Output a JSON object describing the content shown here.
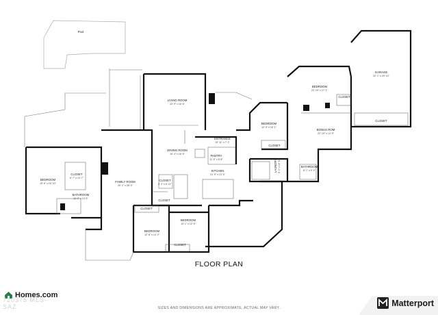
{
  "title": "FLOOR PLAN",
  "disclaimer": "SIZES AND DIMENSIONS ARE APPROXIMATE, ACTUAL MAY VARY.",
  "branding": {
    "homes_logo": "Homes.com",
    "listing_id": "720375 MLS-SAZ",
    "matterport_logo": "Matterport"
  },
  "rooms": {
    "pool": {
      "name": "Pool"
    },
    "living": {
      "name": "LIVING ROOM",
      "dim": "23' 9\" x 16' 6\""
    },
    "dining": {
      "name": "DINING ROOM",
      "dim": "10' 4\" x 16' 6\""
    },
    "entrance": {
      "name": "ENTRANCE",
      "dim": "19' 11\" x 7' 1\""
    },
    "pantry": {
      "name": "PANTRY",
      "dim": "11' 6\" x 5' 8\""
    },
    "kitchen": {
      "name": "KITCHEN",
      "dim": "21' 9\" x 13' 6\""
    },
    "family": {
      "name": "FAMILY ROOM",
      "dim": "20' 1\" x 28' 0\""
    },
    "bed_w": {
      "name": "BEDROOM",
      "dim": "19' 6\" x 15' 10\""
    },
    "closet_w": {
      "name": "CLOSET",
      "dim": "6' 7\" x 10' 7\""
    },
    "bath_w": {
      "name": "BATHROOM",
      "dim": "11' 0\" x 13' 5\""
    },
    "closet_c1": {
      "name": "CLOSET",
      "dim": "6' 2\" x 6' 11\""
    },
    "closet_c2": {
      "name": "CLOSET"
    },
    "closet_s1": {
      "name": "CLOSET"
    },
    "bed_s1": {
      "name": "BEDROOM",
      "dim": "12' 8\" x 14' 2\""
    },
    "bed_s2": {
      "name": "BEDROOM",
      "dim": "13' 1\" x 12' 5\""
    },
    "closet_s2": {
      "name": "CLOSET"
    },
    "bed_mid": {
      "name": "BEDROOM",
      "dim": "14' 5\" x 16' 1\""
    },
    "closet_mid": {
      "name": "CLOSET"
    },
    "laundry": {
      "name": "LAUNDRY",
      "dim": "6' 1\" x 10' 10\""
    },
    "bed_ne": {
      "name": "BEDROOM",
      "dim": "22' 10\" x 17' 1\""
    },
    "closet_ne": {
      "name": "CLOSET"
    },
    "bonus": {
      "name": "BONUS ROM",
      "dim": "22' 10\" x 12' 9\""
    },
    "bath_e": {
      "name": "BATHROOM",
      "dim": "8' 1\" x 9' 4\""
    },
    "garage": {
      "name": "GARAGE",
      "dim": "22' 1\" x 29' 10\""
    },
    "closet_g": {
      "name": "CLOSET"
    }
  }
}
